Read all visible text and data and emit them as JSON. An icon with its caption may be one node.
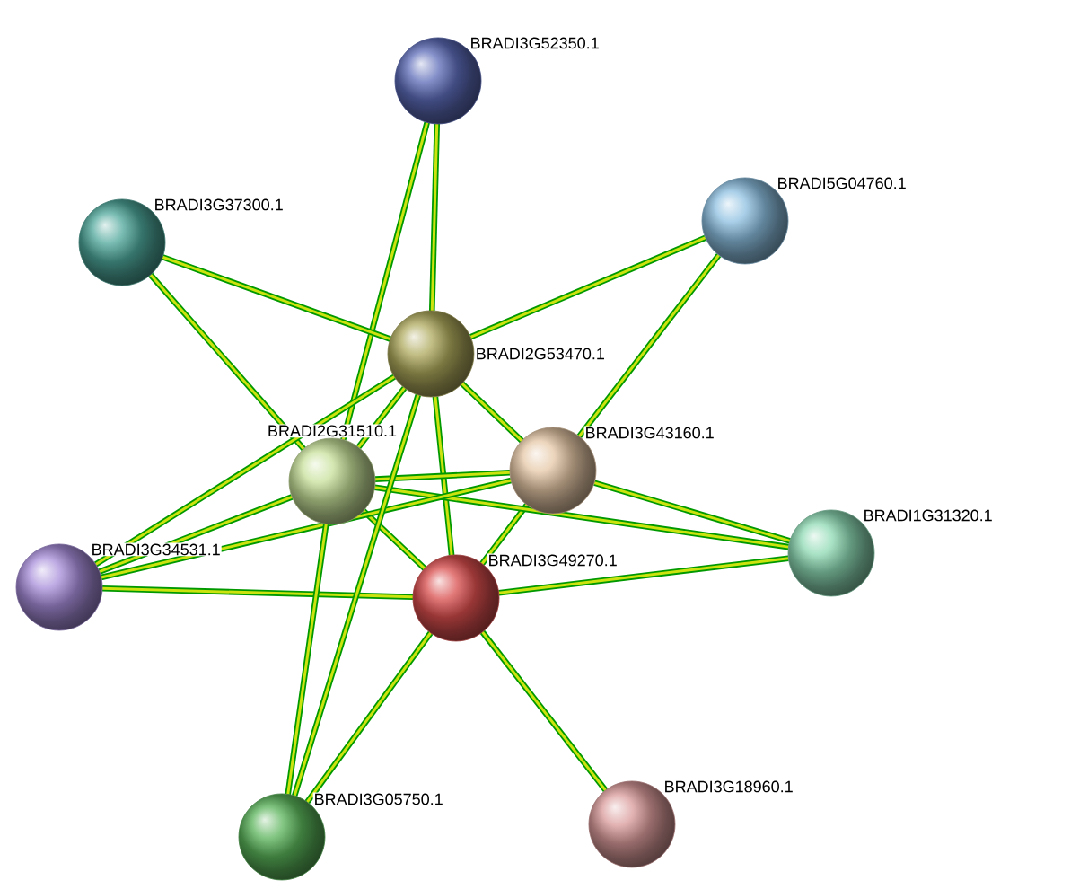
{
  "diagram": {
    "nodes": [
      {
        "text": [
          "BRADI3G52350.1"
        ]
      },
      {
        "text": [
          "BRADI5G04760.1"
        ]
      },
      {
        "text": [
          "BRADI3G37300.1"
        ]
      },
      {
        "text": [
          "BRADI2G53470.1"
        ]
      },
      {
        "text": [
          "BRADI2G31510.1"
        ]
      },
      {
        "text": [
          "BRADI3G43160.1"
        ]
      },
      {
        "text": [
          "BRADI1G31320.1"
        ]
      },
      {
        "text": [
          "BRADI3G34531.1"
        ]
      },
      {
        "text": [
          "BRADI3G49270.1"
        ]
      },
      {
        "text": [
          "BRADI3G05750.1"
        ]
      },
      {
        "text": [
          "BRADI3G18960.1"
        ]
      }
    ],
    "edges": [
      {
        "from": 3,
        "to": 4,
        "arrow": "none"
      },
      {
        "from": 3,
        "to": 5,
        "arrow": "none"
      },
      {
        "from": 3,
        "to": 8,
        "arrow": "none"
      },
      {
        "from": 4,
        "to": 5,
        "arrow": "none"
      },
      {
        "from": 4,
        "to": 8,
        "arrow": "none"
      },
      {
        "from": 5,
        "to": 8,
        "arrow": "none"
      },
      {
        "from": 0,
        "to": 3,
        "arrow": "none"
      },
      {
        "from": 0,
        "to": 4,
        "arrow": "none"
      },
      {
        "from": 1,
        "to": 3,
        "arrow": "none"
      },
      {
        "from": 1,
        "to": 5,
        "arrow": "none"
      },
      {
        "from": 2,
        "to": 3,
        "arrow": "none"
      },
      {
        "from": 2,
        "to": 4,
        "arrow": "none"
      },
      {
        "from": 6,
        "to": 4,
        "arrow": "none"
      },
      {
        "from": 6,
        "to": 5,
        "arrow": "none"
      },
      {
        "from": 6,
        "to": 8,
        "arrow": "none"
      },
      {
        "from": 7,
        "to": 3,
        "arrow": "none"
      },
      {
        "from": 7,
        "to": 4,
        "arrow": "none"
      },
      {
        "from": 7,
        "to": 5,
        "arrow": "none"
      },
      {
        "from": 7,
        "to": 8,
        "arrow": "none"
      },
      {
        "from": 9,
        "to": 3,
        "arrow": "none"
      },
      {
        "from": 9,
        "to": 4,
        "arrow": "none"
      },
      {
        "from": 9,
        "to": 8,
        "arrow": "none"
      },
      {
        "from": 10,
        "to": 8,
        "arrow": "none"
      }
    ]
  }
}
